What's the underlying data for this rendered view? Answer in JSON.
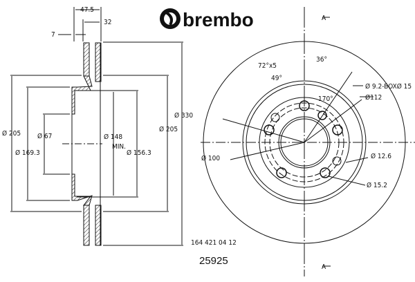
{
  "logo": {
    "brand": "brembo"
  },
  "side_view": {
    "dim_width_total": "47.5",
    "dim_width_rotor": "32",
    "dim_hat": "7",
    "dia_outer": "Ø 330",
    "dia_205_left": "Ø 205",
    "dia_205_right": "Ø 205",
    "dia_169": "Ø 169.3",
    "dia_67": "Ø 67",
    "dia_148": "Ø 148",
    "min_label": "MIN.",
    "dia_156": "Ø 156.3"
  },
  "front_view": {
    "angle_72": "72°x5",
    "angle_36": "36°",
    "angle_49": "49°",
    "angle_170": "170°",
    "hole_9": "Ø 9.2-BOXØ 15",
    "dia_112": "Ø112",
    "dia_100": "Ø 100",
    "dia_12": "Ø 12.6",
    "dia_15": "Ø 15.2",
    "section_top": "A",
    "section_bottom": "A"
  },
  "part": {
    "oe_number": "164 421 04 12",
    "part_number": "25925"
  }
}
